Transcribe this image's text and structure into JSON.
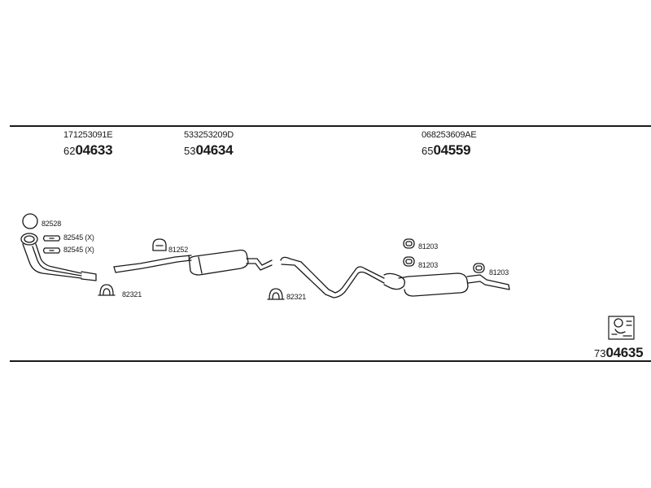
{
  "parts": [
    {
      "oe": "171253091E",
      "prefix": "62",
      "number": "04633"
    },
    {
      "oe": "533253209D",
      "prefix": "53",
      "number": "04634"
    },
    {
      "oe": "068253609AE",
      "prefix": "65",
      "number": "04559"
    }
  ],
  "kit": {
    "prefix": "73",
    "number": "04635"
  },
  "labels": {
    "gasket": "82528",
    "clamp_a": "82545 (X)",
    "clamp_b": "82545 (X)",
    "clamp_c": "82321",
    "hanger_mid": "81252",
    "clamp_d": "82321",
    "rubber_a": "81203",
    "rubber_b": "81203",
    "rubber_c": "81203"
  },
  "icons": [
    "gasket-ring-icon",
    "bolt-clamp-icon",
    "u-clamp-icon",
    "rubber-hanger-icon",
    "mounting-kit-icon"
  ]
}
